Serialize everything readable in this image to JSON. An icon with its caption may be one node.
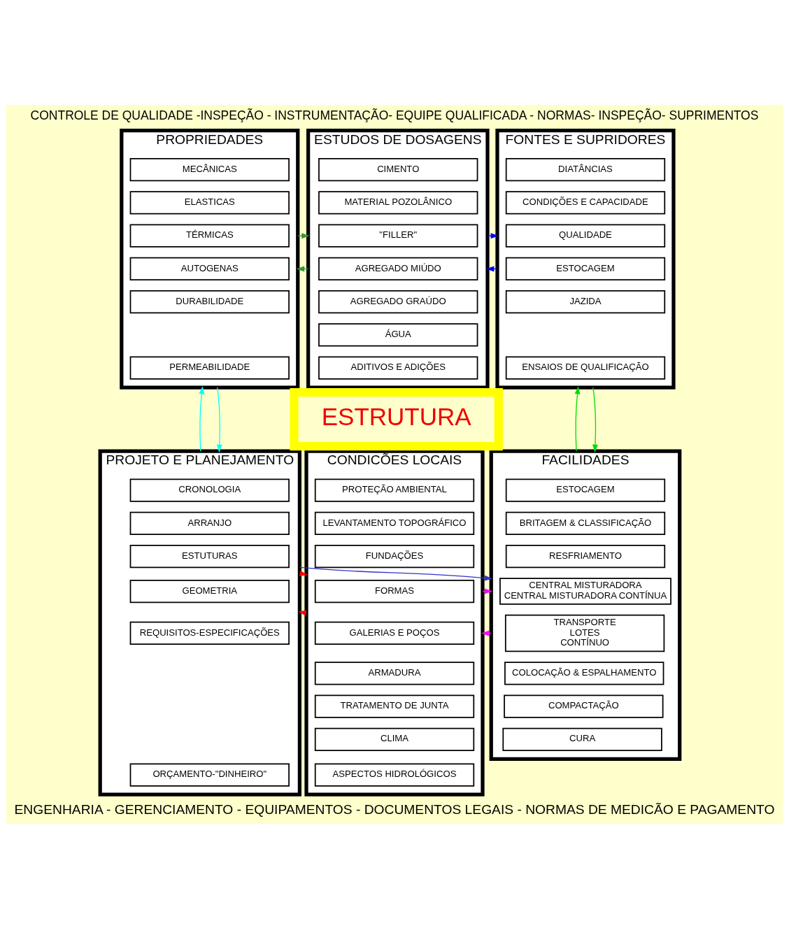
{
  "diagram": {
    "title": "CONTROLE DE QUALIDADE -INSPEÇÃO - INSTRUMENTAÇÃO- EQUIPE QUALIFICADA - NORMAS- INSPEÇÃO- SUPRIMENTOS",
    "caption": "ENGENHARIA - GERENCIAMENTO - EQUIPAMENTOS - DOCUMENTOS LEGAIS - NORMAS DE MEDICÃO E PAGAMENTO",
    "nodes": [
      {
        "text": [
          "PROPRIEDADES"
        ]
      },
      {
        "text": [
          "MECÂNICAS"
        ],
        "in": 0
      },
      {
        "text": [
          "ELASTICAS"
        ],
        "in": 0
      },
      {
        "text": [
          "TÉRMICAS"
        ],
        "in": 0
      },
      {
        "text": [
          "AUTOGENAS"
        ],
        "in": 0
      },
      {
        "text": [
          "DURABILIDADE"
        ],
        "in": 0
      },
      {
        "text": [
          "PERMEABILIDADE"
        ],
        "in": 0
      },
      {
        "text": [
          "ESTUDOS DE DOSAGENS"
        ]
      },
      {
        "text": [
          "CIMENTO"
        ],
        "in": 7
      },
      {
        "text": [
          "MATERIAL POZOLÂNICO"
        ],
        "in": 7
      },
      {
        "text": [
          "\"FILLER\""
        ],
        "in": 7
      },
      {
        "text": [
          "AGREGADO MIÚDO"
        ],
        "in": 7
      },
      {
        "text": [
          "AGREGADO GRAÚDO"
        ],
        "in": 7
      },
      {
        "text": [
          "ÁGUA"
        ],
        "in": 7
      },
      {
        "text": [
          "ADITIVOS E ADIÇÕES"
        ],
        "in": 7
      },
      {
        "text": [
          "FONTES E SUPRIDORES"
        ]
      },
      {
        "text": [
          "DIATÂNCIAS"
        ],
        "in": 15
      },
      {
        "text": [
          "CONDIÇÕES E CAPACIDADE"
        ],
        "in": 15
      },
      {
        "text": [
          "QUALIDADE"
        ],
        "in": 15
      },
      {
        "text": [
          "ESTOCAGEM"
        ],
        "in": 15
      },
      {
        "text": [
          "JAZIDA"
        ],
        "in": 15
      },
      {
        "text": [
          "ENSAIOS DE QUALIFICAÇÃO"
        ],
        "in": 15
      },
      {
        "text": [
          "ESTRUTURA"
        ]
      },
      {
        "text": [
          "PROJETO E PLANEJAMENTO"
        ]
      },
      {
        "text": [
          "CRONOLOGIA"
        ],
        "in": 23
      },
      {
        "text": [
          "ARRANJO"
        ],
        "in": 23
      },
      {
        "text": [
          "ESTUTURAS"
        ],
        "in": 23
      },
      {
        "text": [
          "GEOMETRIA"
        ],
        "in": 23
      },
      {
        "text": [
          "REQUISITOS-ESPECIFICAÇÕES"
        ],
        "in": 23
      },
      {
        "text": [
          "ORÇAMENTO-\"DINHEIRO\""
        ],
        "in": 23
      },
      {
        "text": [
          "CONDICÕES LOCAIS"
        ]
      },
      {
        "text": [
          "PROTEÇÃO AMBIENTAL"
        ],
        "in": 30
      },
      {
        "text": [
          "LEVANTAMENTO TOPOGRÁFICO"
        ],
        "in": 30
      },
      {
        "text": [
          "FUNDAÇÕES"
        ],
        "in": 30
      },
      {
        "text": [
          "FORMAS"
        ],
        "in": 30
      },
      {
        "text": [
          "GALERIAS E POÇOS"
        ],
        "in": 30
      },
      {
        "text": [
          "ARMADURA"
        ],
        "in": 30
      },
      {
        "text": [
          "TRATAMENTO DE JUNTA"
        ],
        "in": 30
      },
      {
        "text": [
          "CLIMA"
        ],
        "in": 30
      },
      {
        "text": [
          "ASPECTOS HIDROLÓGICOS"
        ],
        "in": 30
      },
      {
        "text": [
          "FACILIDADES"
        ]
      },
      {
        "text": [
          "ESTOCAGEM"
        ],
        "in": 40
      },
      {
        "text": [
          "BRITAGEM & CLASSIFICAÇÃO"
        ],
        "in": 40
      },
      {
        "text": [
          "RESFRIAMENTO"
        ],
        "in": 40
      },
      {
        "text": [
          "CENTRAL MISTURADORA",
          "CENTRAL MISTURADORA CONTÍNUA"
        ],
        "in": 40
      },
      {
        "text": [
          "TRANSPORTE",
          "LOTES",
          "CONTÍNUO"
        ],
        "in": 40
      },
      {
        "text": [
          "COLOCAÇÃO & ESPALHAMENTO"
        ],
        "in": 40
      },
      {
        "text": [
          "COMPACTAÇÃO"
        ],
        "in": 40
      },
      {
        "text": [
          "CURA"
        ],
        "in": 40
      }
    ],
    "edges": [
      {
        "from": 0,
        "to": 7,
        "arrow": "to",
        "color": "#339933"
      },
      {
        "from": 7,
        "to": 0,
        "arrow": "to",
        "color": "#339933"
      },
      {
        "from": 7,
        "to": 15,
        "arrow": "to",
        "color": "#0000ff"
      },
      {
        "from": 15,
        "to": 7,
        "arrow": "to",
        "color": "#0000ff"
      },
      {
        "from": 23,
        "to": 0,
        "arrow": "to",
        "color": "#00ffff"
      },
      {
        "from": 0,
        "to": 23,
        "arrow": "to",
        "color": "#00ffff"
      },
      {
        "from": 40,
        "to": 15,
        "arrow": "to",
        "color": "#00dd00"
      },
      {
        "from": 15,
        "to": 40,
        "arrow": "to",
        "color": "#00dd00"
      },
      {
        "from": 23,
        "to": 30,
        "arrow": "to",
        "color": "#ff0000"
      },
      {
        "from": 30,
        "to": 23,
        "arrow": "to",
        "color": "#ff0000"
      },
      {
        "from": 30,
        "to": 40,
        "arrow": "to",
        "color": "#ff00ff"
      },
      {
        "from": 40,
        "to": 30,
        "arrow": "to",
        "color": "#ff00ff"
      },
      {
        "from": 23,
        "to": 40,
        "arrow": "to",
        "color": "#3333cc"
      }
    ]
  }
}
